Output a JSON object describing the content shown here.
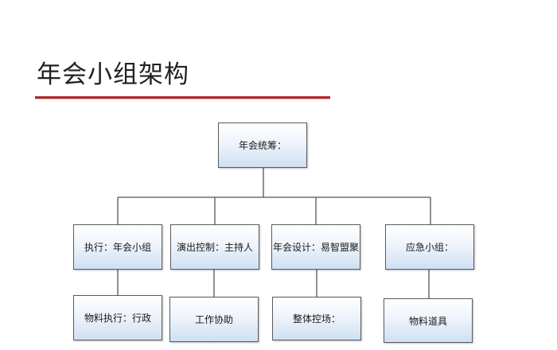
{
  "header": {
    "title": "年会小组架构"
  },
  "org_chart": {
    "root": {
      "label": "年会统筹："
    },
    "groups": [
      {
        "label": "执行：年会小组",
        "child": {
          "label": "物料执行：行政"
        }
      },
      {
        "label": "演出控制：主持人",
        "child": {
          "label": "工作协助"
        }
      },
      {
        "label": "年会设计：易智盟聚",
        "child": {
          "label": "整体控场："
        }
      },
      {
        "label": "应急小组：",
        "child": {
          "label": "物料道具"
        }
      }
    ]
  },
  "colors": {
    "title_rule": "#b3262c",
    "node_border": "#5b5b5b",
    "node_fill_bottom": "#cfe0f3",
    "connector": "#555555"
  }
}
